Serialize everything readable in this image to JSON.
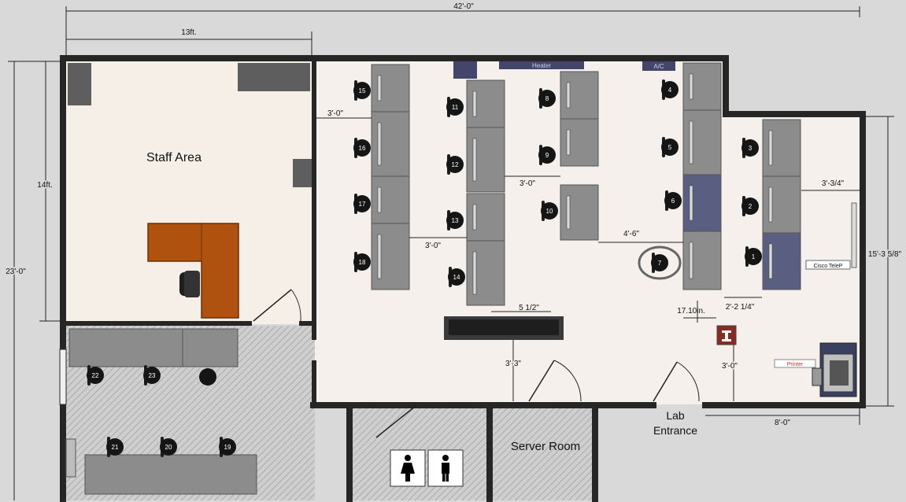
{
  "colors": {
    "background": "#d9d9d9",
    "wall": "#262626",
    "floor": "#f5f0ec",
    "staff_floor": "#f5efe8",
    "desk": "#8c8c8c",
    "desk_blue": "#5a5f82",
    "office_desk": "#b0520f",
    "hatch": "#bfbfbf",
    "fire_extinguisher": "#8b2a22"
  },
  "rooms": {
    "staff_area": "Staff Area",
    "server_room": "Server Room",
    "lab_entrance_line1": "Lab",
    "lab_entrance_line2": "Entrance"
  },
  "equipment": {
    "heater": "Heater",
    "ac": "A/C",
    "printer": "Printer",
    "cisco": "Cisco TeleP"
  },
  "dimensions": {
    "overall_width": "42'-0\"",
    "staff_width": "13ft.",
    "overall_height": "23'-0\"",
    "staff_height": "14ft.",
    "right_height": "15'-3 5/8\"",
    "d_3_0_left": "3'-0\"",
    "d_3_0_mid": "3'-0\"",
    "d_3_0_low": "3'-0\"",
    "d_3_3_4": "3'-3/4\"",
    "d_4_6": "4'-6\"",
    "d_5_half": "5 1/2\"",
    "d_17_10": "17.10in.",
    "d_2_2_1_4": "2'-2 1/4\"",
    "d_3_3": "3'-3\"",
    "d_3_0_door": "3'-0\"",
    "d_8_0": "8'-0\""
  },
  "seats": [
    "1",
    "2",
    "3",
    "4",
    "5",
    "6",
    "7",
    "8",
    "9",
    "10",
    "11",
    "12",
    "13",
    "14",
    "15",
    "16",
    "17",
    "18",
    "19",
    "20",
    "21",
    "22",
    "23"
  ]
}
